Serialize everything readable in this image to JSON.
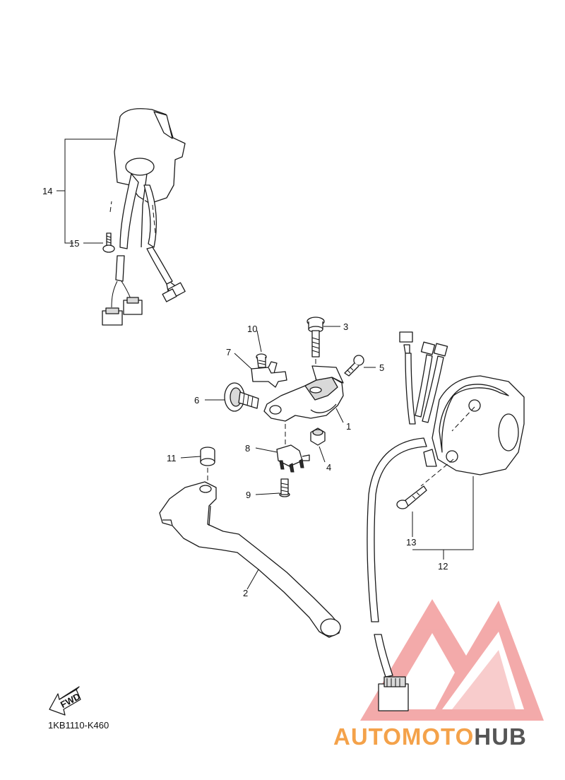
{
  "diagram": {
    "reference_code": "1KB1110-K460",
    "fwd_label": "FWD",
    "callouts": [
      {
        "id": "1",
        "label": "1"
      },
      {
        "id": "2",
        "label": "2"
      },
      {
        "id": "3",
        "label": "3"
      },
      {
        "id": "4",
        "label": "4"
      },
      {
        "id": "5",
        "label": "5"
      },
      {
        "id": "6",
        "label": "6"
      },
      {
        "id": "7",
        "label": "7"
      },
      {
        "id": "8",
        "label": "8"
      },
      {
        "id": "9",
        "label": "9"
      },
      {
        "id": "10",
        "label": "10"
      },
      {
        "id": "11",
        "label": "11"
      },
      {
        "id": "12",
        "label": "12"
      },
      {
        "id": "13",
        "label": "13"
      },
      {
        "id": "14",
        "label": "14"
      },
      {
        "id": "15",
        "label": "15"
      }
    ]
  },
  "watermark": {
    "part1": "AUTOMOTO",
    "part2": "HUB",
    "color_primary": "#f4a24a",
    "color_secondary": "#ef8f8f",
    "color_dark": "#555555"
  }
}
